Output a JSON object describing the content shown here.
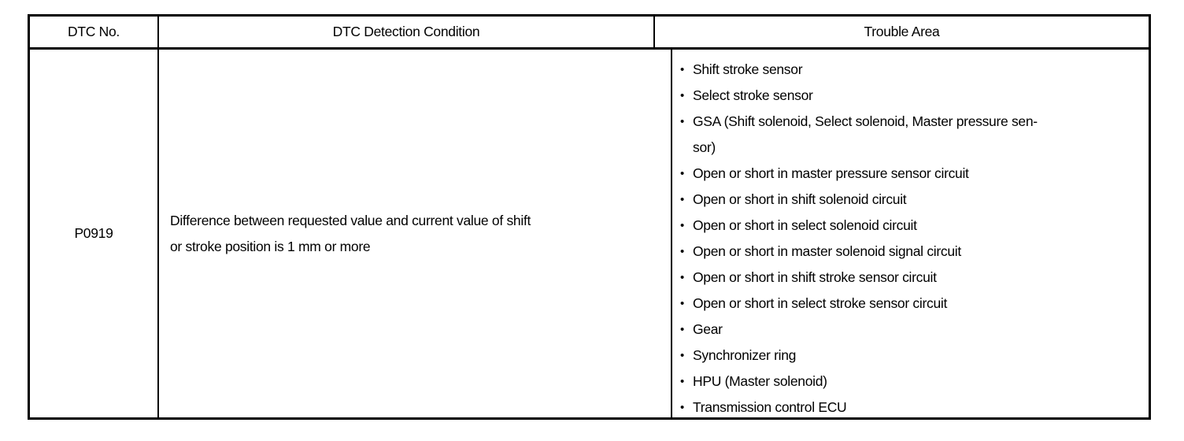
{
  "table": {
    "headers": [
      "DTC No.",
      "DTC Detection Condition",
      "Trouble Area"
    ],
    "row": {
      "dtc_no": "P0919",
      "detection_condition": "Difference between requested value and current value of shift\nor stroke position is 1 mm or more",
      "bullet": "•",
      "trouble_areas": [
        "Shift stroke sensor",
        "Select stroke sensor",
        "GSA (Shift solenoid, Select solenoid, Master pressure sen-\nsor)",
        "Open or short in master pressure sensor circuit",
        "Open or short in shift solenoid circuit",
        "Open or short in select solenoid circuit",
        "Open or short in master solenoid signal circuit",
        "Open or short in shift stroke sensor circuit",
        "Open or short in select stroke sensor circuit",
        "Gear",
        "Synchronizer ring",
        "HPU (Master solenoid)",
        "Transmission control ECU"
      ]
    },
    "colors": {
      "border": "#000000",
      "text": "#000000",
      "background": "#ffffff"
    }
  }
}
